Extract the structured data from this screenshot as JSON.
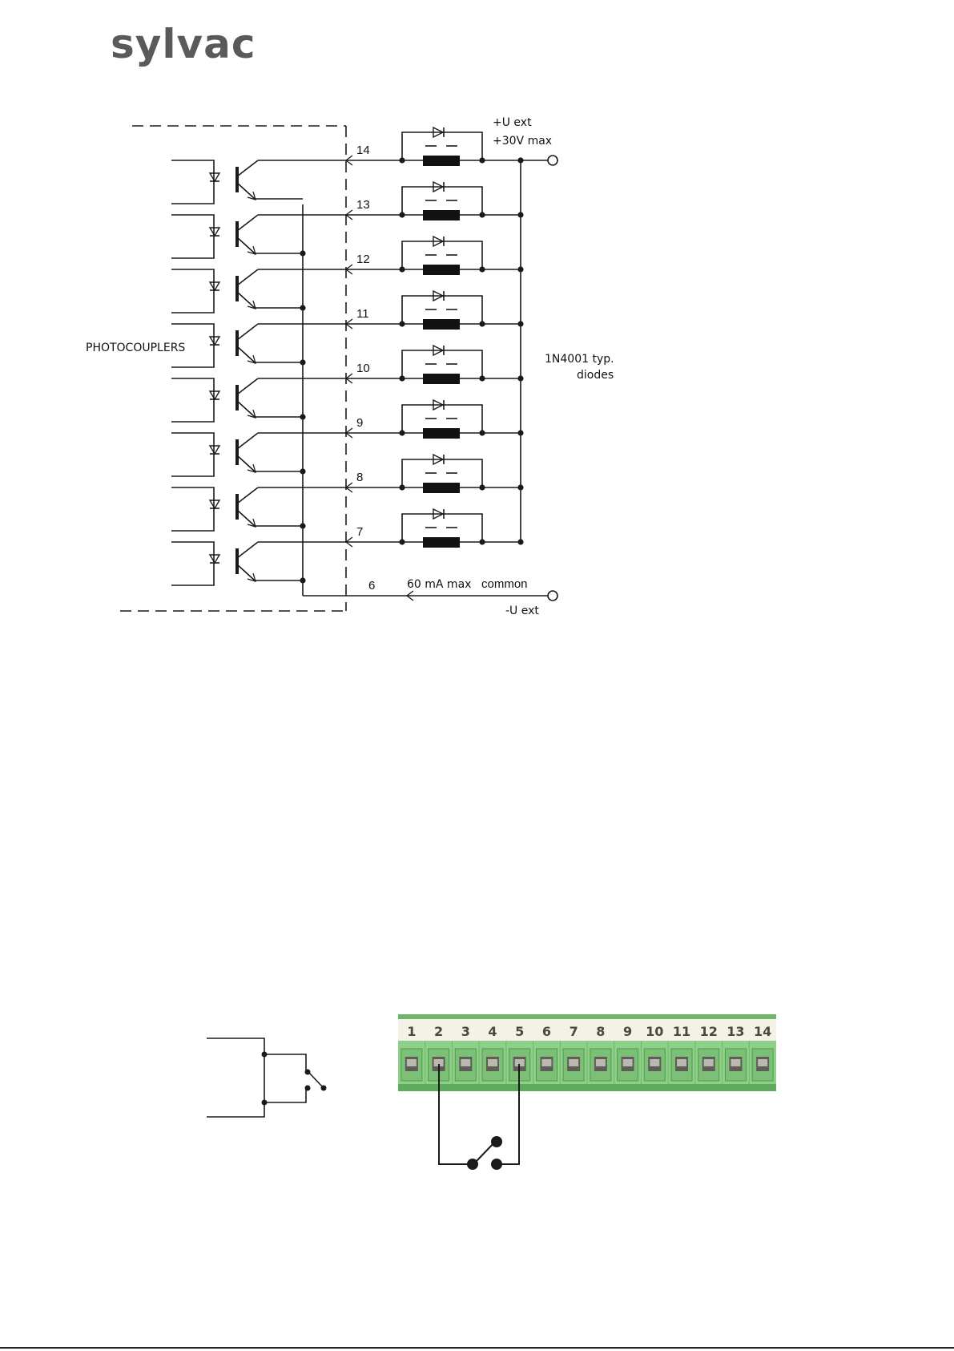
{
  "header": {
    "logo_text": "sylvac"
  },
  "schematic": {
    "label_photocouplers": "PHOTOCOUPLERS",
    "label_uext_plus": "+U ext",
    "label_30v_max": "+30V max",
    "label_diodes_1": "1N4001 typ.",
    "label_diodes_2": "diodes",
    "label_60ma": "60 mA max",
    "label_common": "common",
    "label_uext_minus": "-U ext",
    "pins": [
      "14",
      "13",
      "12",
      "11",
      "10",
      "9",
      "8",
      "7",
      "6"
    ]
  },
  "terminal_block": {
    "numbers": [
      "1",
      "2",
      "3",
      "4",
      "5",
      "6",
      "7",
      "8",
      "9",
      "10",
      "11",
      "12",
      "13",
      "14"
    ],
    "colors": {
      "body": "#8fcf8a",
      "body_dark": "#5faa5c",
      "label_strip": "#f4f2e6"
    }
  },
  "colors": {
    "line": "#1a1a1a",
    "logo": "#5a5a5a"
  }
}
